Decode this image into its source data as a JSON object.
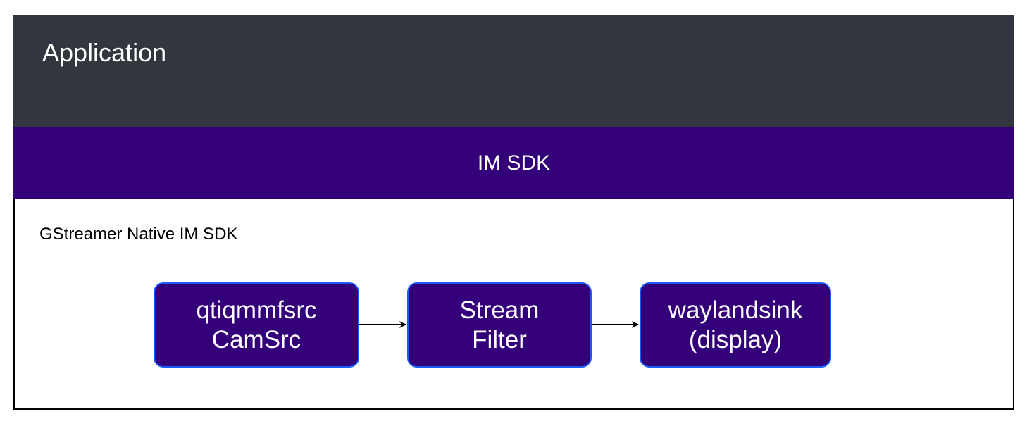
{
  "layers": {
    "application": {
      "label": "Application",
      "color": "#32373f"
    },
    "im_sdk": {
      "label": "IM SDK",
      "color": "#33007a"
    },
    "native": {
      "label": "GStreamer Native IM SDK"
    }
  },
  "pipeline": [
    {
      "line1": "qtiqmmfsrc",
      "line2": "CamSrc"
    },
    {
      "line1": "Stream",
      "line2": "Filter"
    },
    {
      "line1": "waylandsink",
      "line2": "(display)"
    }
  ],
  "colors": {
    "node_fill": "#33007a",
    "node_border": "#1a5cff",
    "arrow": "#000000"
  }
}
